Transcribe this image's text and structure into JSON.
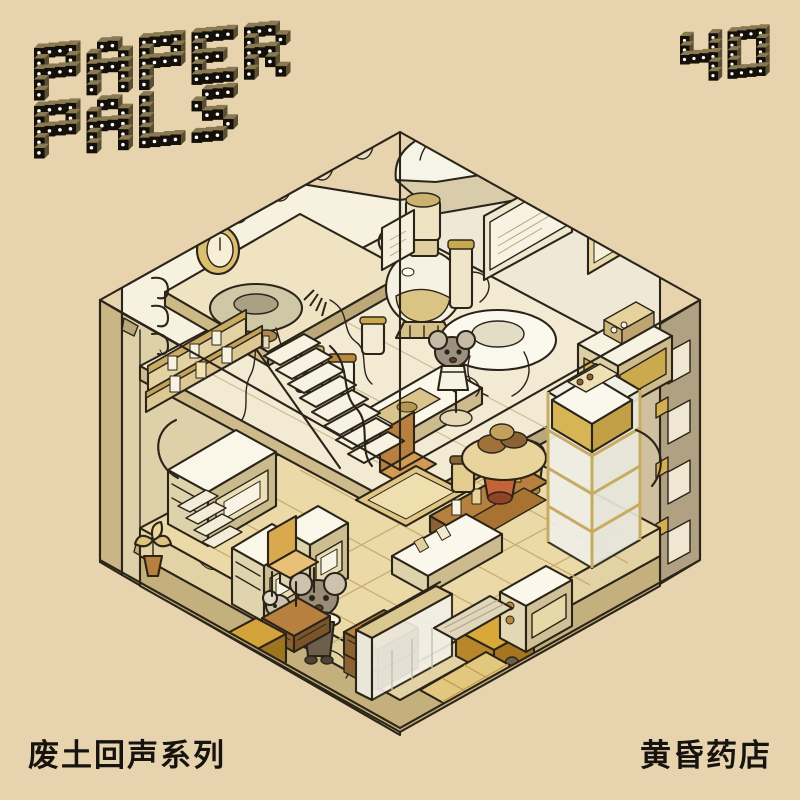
{
  "poster": {
    "background_color": "#e7d4af",
    "ink_color": "#191510",
    "logo": {
      "line1": "PAPER",
      "line2": "PALS",
      "style": "pixel-block-3d",
      "color": "#141009",
      "stud_color": "#ffffff"
    },
    "issue_number": "40",
    "caption_left": "废土回声系列",
    "caption_right": "黄昏药店"
  },
  "palette": {
    "background": "#e7d4af",
    "outline": "#2b2419",
    "paper_white": "#fdfbf4",
    "bone": "#f2ead6",
    "cream": "#efe4c6",
    "sand": "#e2cf9f",
    "wheat": "#d9c27f",
    "gold": "#c8a94e",
    "amber": "#b8893a",
    "tan_wall": "#d8c79a",
    "khaki": "#cbb88a",
    "wood_light": "#e9d6a4",
    "wood_mid": "#cfae6c",
    "wood_dark": "#a5793c",
    "brown": "#8a6233",
    "deep_brown": "#5d4224",
    "grey_glass": "#e8eadf",
    "glass_tint": "#dfe3d6",
    "shadow": "#b7a271",
    "metal": "#bfb69a",
    "mouse_fur": "#9b8c78",
    "mouse_light": "#cdc2ad"
  },
  "scene": {
    "title": "Dusk Pharmacy isometric cutaway diorama",
    "floors": [
      {
        "name": "rooftop-deck",
        "items": [
          "solar-panel-large",
          "solar-panel-small",
          "alarm-clock",
          "copper-still-pot",
          "curved-pipe",
          "apothecary-jar-tall",
          "apothecary-jar-short",
          "medicine-bottle",
          "roof-hatch",
          "porthole-window-row"
        ]
      },
      {
        "name": "greenhouse-roof",
        "items": [
          "polytunnel-canopy",
          "torn-canvas-patches",
          "canopy-ribs",
          "loose-cable"
        ]
      },
      {
        "name": "upper-mezzanine",
        "items": [
          "round-balcony-table",
          "wall-clock",
          "glass-specimen-jars",
          "mushroom-specimen",
          "pendant-lamp-disc",
          "wall-cabinet-with-vials",
          "spiral-cable",
          "hanging-hooks"
        ]
      },
      {
        "name": "laboratory-level",
        "items": [
          "large-distillation-flask",
          "condenser-column",
          "burner-stand",
          "framed-notice",
          "blackboard-panel",
          "white-basin-table",
          "staircase-main",
          "mouse-assistant",
          "work-bench",
          "microscope",
          "desk-chair",
          "floor-rug",
          "copper-kettle"
        ]
      },
      {
        "name": "shop-floor",
        "items": [
          "dispensary-counter",
          "display-shelves",
          "bottle-rack",
          "stacked-crates",
          "wicker-basket",
          "mouse-shopkeeper",
          "glass-door",
          "service-cart",
          "wooden-chair",
          "floor-planks",
          "potted-plant",
          "lower-staircase",
          "glass-elevator-shaft",
          "elevator-car",
          "ramp"
        ]
      }
    ],
    "characters": [
      {
        "name": "mouse-assistant",
        "location": "laboratory-level"
      },
      {
        "name": "mouse-shopkeeper",
        "location": "shop-floor"
      }
    ],
    "structure": {
      "left_wall": "weathered-tan-exterior",
      "right_wall": "pillar-with-window-slots",
      "foundation": "cracked-concrete-base"
    }
  }
}
